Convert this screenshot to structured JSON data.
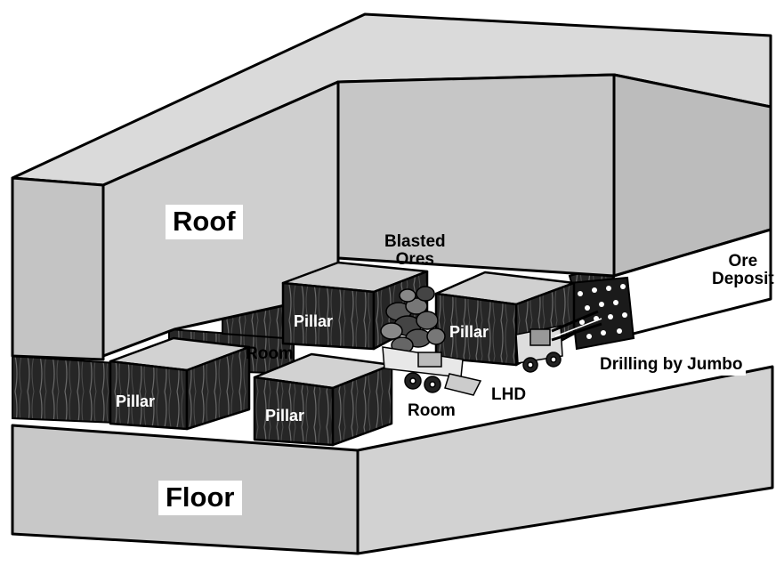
{
  "labels": {
    "roof": "Roof",
    "floor": "Floor",
    "blasted_ores_line1": "Blasted",
    "blasted_ores_line2": "Ores",
    "ore_deposit_line1": "Ore",
    "ore_deposit_line2": "Deposit",
    "drilling": "Drilling by Jumbo",
    "lhd": "LHD",
    "room_1": "Room",
    "room_2": "Room",
    "pillar_1": "Pillar",
    "pillar_2": "Pillar",
    "pillar_3": "Pillar",
    "pillar_4": "Pillar"
  },
  "colors": {
    "rock_face": "#c9c9c9",
    "rock_top": "#d9d9d9",
    "rock_dark": "#a8a8a8",
    "pillar_face": "#2b2b2b",
    "pillar_top": "#cfcfcf",
    "gallery_floor": "#ffffff",
    "outline": "#000000"
  }
}
